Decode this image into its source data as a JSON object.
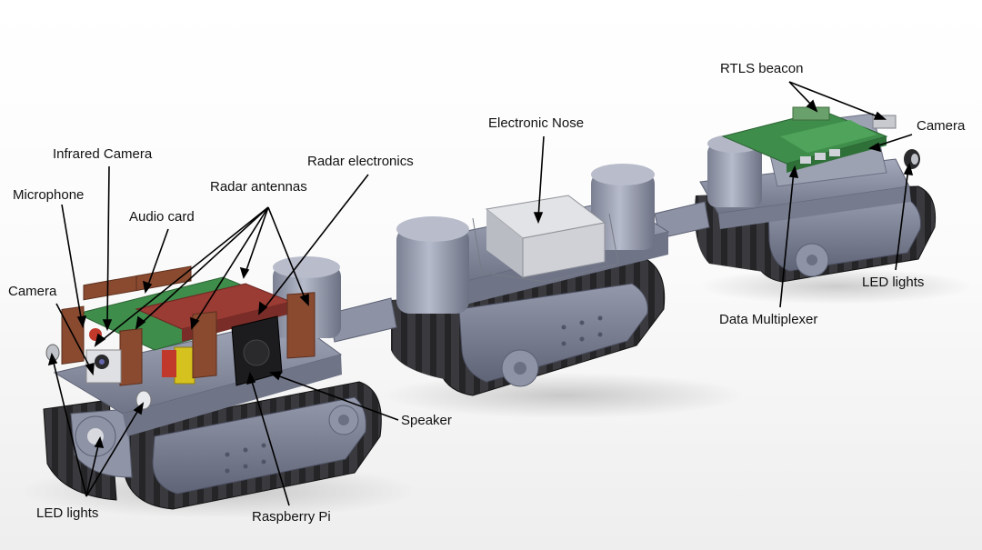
{
  "labels": {
    "infrared_camera": "Infrared Camera",
    "radar_electronics": "Radar electronics",
    "microphone": "Microphone",
    "radar_antennas": "Radar antennas",
    "audio_card": "Audio card",
    "camera_front": "Camera",
    "led_lights_front": "LED lights",
    "speaker": "Speaker",
    "raspberry_pi": "Raspberry Pi",
    "electronic_nose": "Electronic Nose",
    "rtls_beacon": "RTLS beacon",
    "camera_rear": "Camera",
    "led_lights_rear": "LED lights",
    "data_multiplexer": "Data Multiplexer"
  },
  "colors": {
    "body": "#8e93a6",
    "body_dark": "#6d7285",
    "track": "#2b2b2e",
    "copper": "#8a4a30",
    "pcb_green": "#3f8d4a",
    "pcb_red": "#9a3b34",
    "leader": "#000000"
  }
}
